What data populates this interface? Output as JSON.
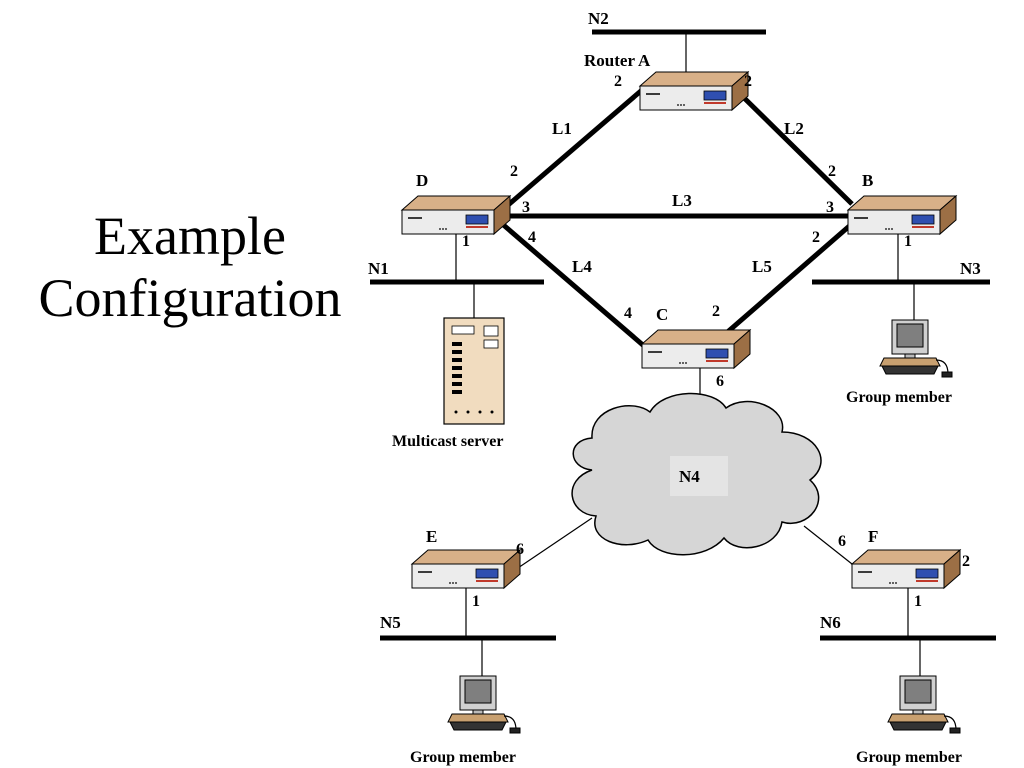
{
  "title": {
    "line1": "Example",
    "line2": "Configuration"
  },
  "networks": {
    "n1": "N1",
    "n2": "N2",
    "n3": "N3",
    "n4": "N4",
    "n5": "N5",
    "n6": "N6"
  },
  "routers": {
    "a": "Router A",
    "b": "B",
    "c": "C",
    "d": "D",
    "e": "E",
    "f": "F"
  },
  "links": {
    "l1": "L1",
    "l2": "L2",
    "l3": "L3",
    "l4": "L4",
    "l5": "L5"
  },
  "ports": {
    "a_left": "2",
    "a_right": "2",
    "d_l1": "2",
    "d_l3": "3",
    "d_l4": "4",
    "d_n1": "1",
    "b_l2": "2",
    "b_l3": "3",
    "b_l5": "2",
    "b_n3": "1",
    "c_l4": "4",
    "c_l5": "2",
    "c_n4": "6",
    "e_n4": "6",
    "e_n5": "1",
    "f_n4": "6",
    "f_extra": "2",
    "f_n6": "1"
  },
  "hosts": {
    "server": "Multicast server",
    "member_n3": "Group member",
    "member_n5": "Group member",
    "member_n6": "Group member"
  },
  "colors": {
    "router_top": "#c79a6a",
    "router_front": "#e9e9e9",
    "router_accent": "#2f4fb0",
    "cloud": "#d6d6d6",
    "server": "#f1dcbf"
  }
}
